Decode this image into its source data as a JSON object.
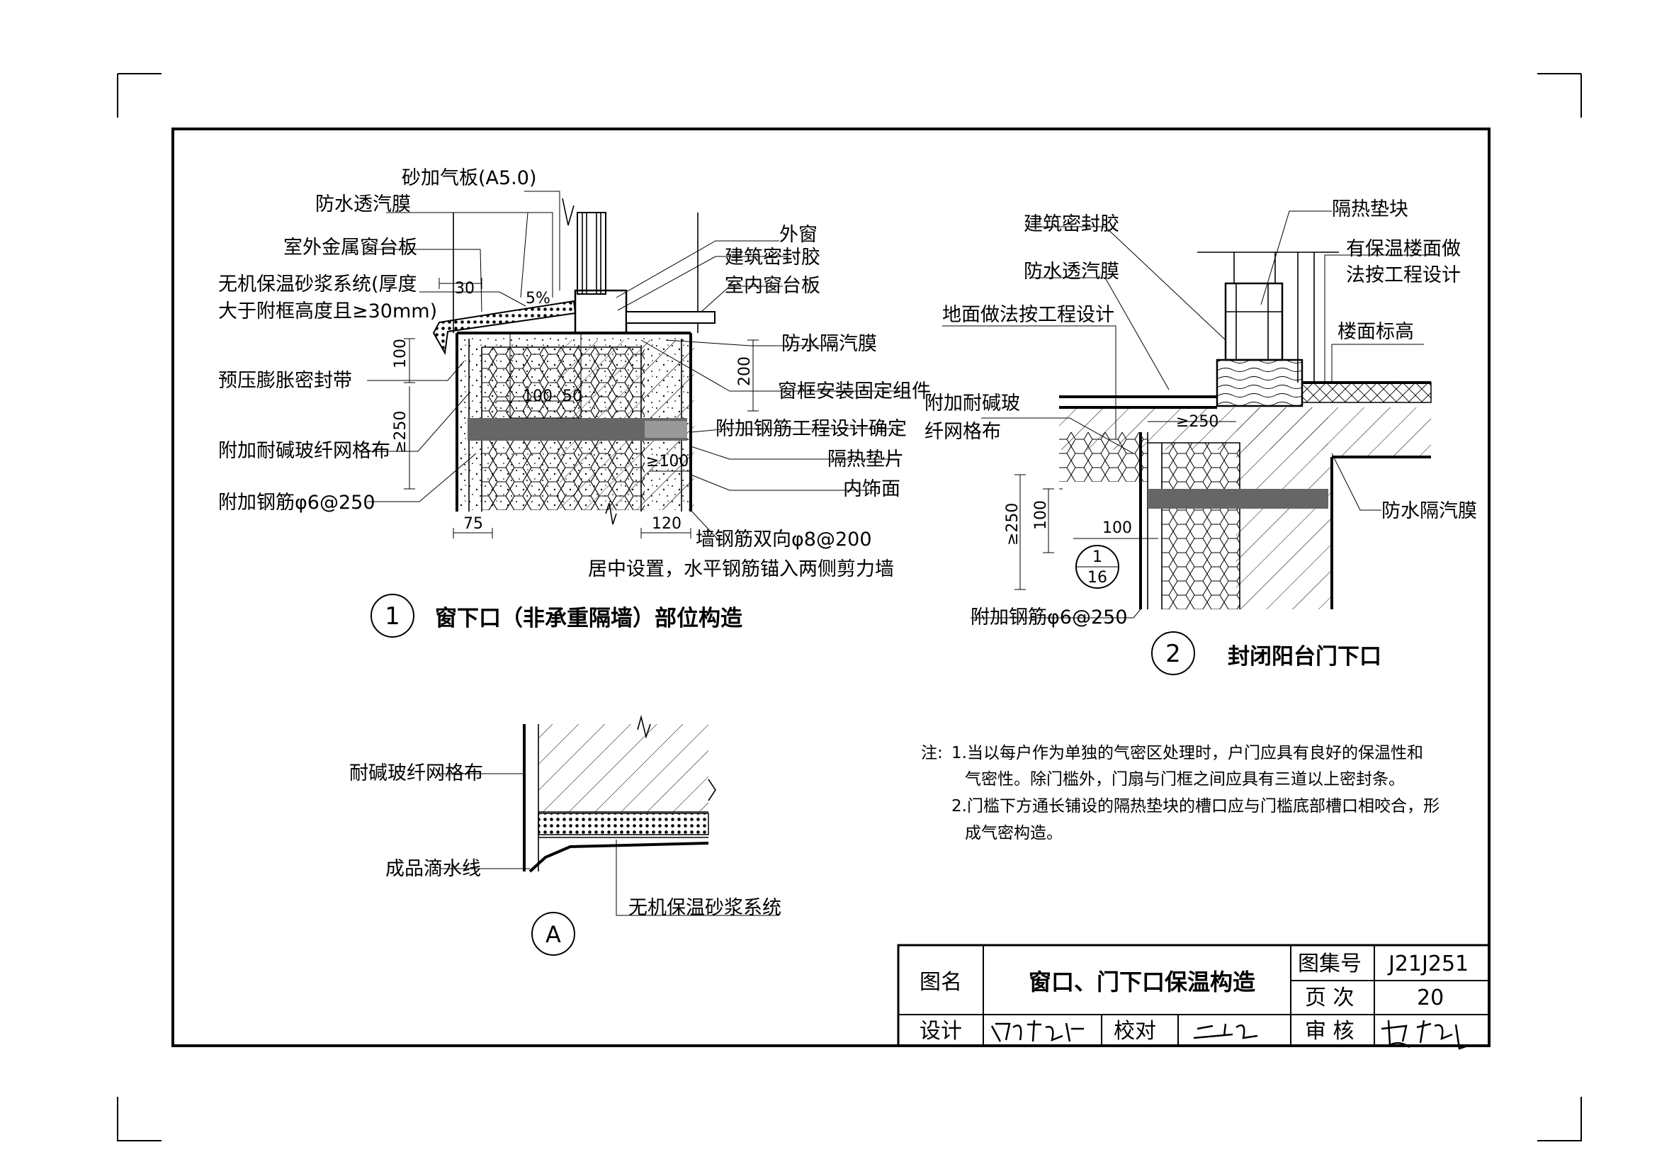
{
  "detail1": {
    "number": "1",
    "title": "窗下口（非承重隔墙）部位构造",
    "labels": {
      "block": "砂加气板(A5.0)",
      "membrane_out": "防水透汽膜",
      "sill_out": "室外金属窗台板",
      "mortar_1": "无机保温砂浆系统(厚度",
      "mortar_2": "大于附框高度且≥30mm)",
      "tape": "预压膨胀密封带",
      "mesh": "附加耐碱玻纤网格布",
      "rebar": "附加钢筋φ6@250",
      "window": "外窗",
      "sealant": "建筑密封胶",
      "sill_in": "室内窗台板",
      "vapor": "防水隔汽膜",
      "fixing": "窗框安装固定组件",
      "rebar_design": "附加钢筋工程设计确定",
      "pad": "隔热垫片",
      "finish": "内饰面",
      "wall_rebar_1": "墙钢筋双向φ8@200",
      "wall_rebar_2": "居中设置，水平钢筋锚入两侧剪力墙"
    },
    "dims": {
      "d30": "30",
      "slope": "5%",
      "d100v": "100",
      "d250v": "≥250",
      "d100h": "100",
      "d50": "50",
      "d200": "200",
      "d100min": "≥100",
      "d75": "75",
      "d120": "120"
    }
  },
  "detail2": {
    "number": "2",
    "title": "封闭阳台门下口",
    "ref_top": "1",
    "ref_bottom": "16",
    "labels": {
      "sealant": "建筑密封胶",
      "pad_block": "隔热垫块",
      "floor_ins_1": "有保温楼面做",
      "floor_ins_2": "法按工程设计",
      "membrane": "防水透汽膜",
      "ground": "地面做法按工程设计",
      "floor_level": "楼面标高",
      "mesh_1": "附加耐碱玻",
      "mesh_2": "纤网格布",
      "vapor": "防水隔汽膜",
      "rebar": "附加钢筋φ6@250"
    },
    "dims": {
      "d250h": "≥250",
      "d100v": "100",
      "d100h": "100",
      "d250v": "≥250"
    }
  },
  "detailA": {
    "letter": "A",
    "labels": {
      "mesh": "耐碱玻纤网格布",
      "drip": "成品滴水线",
      "mortar": "无机保温砂浆系统"
    }
  },
  "notes": {
    "prefix": "注:",
    "line1": "1.当以每户作为单独的气密区处理时，户门应具有良好的保温性和",
    "line2": "气密性。除门槛外，门扇与门框之间应具有三道以上密封条。",
    "line3": "2.门槛下方通长铺设的隔热垫块的槽口应与门槛底部槽口相咬合，形",
    "line4": "成气密构造。"
  },
  "title_block": {
    "name_label": "图名",
    "name_value": "窗口、门下口保温构造",
    "atlas_label": "图集号",
    "atlas_value": "J21J251",
    "page_label": "页 次",
    "page_value": "20",
    "design_label": "设计",
    "check_label": "校对",
    "review_label": "审 核"
  }
}
